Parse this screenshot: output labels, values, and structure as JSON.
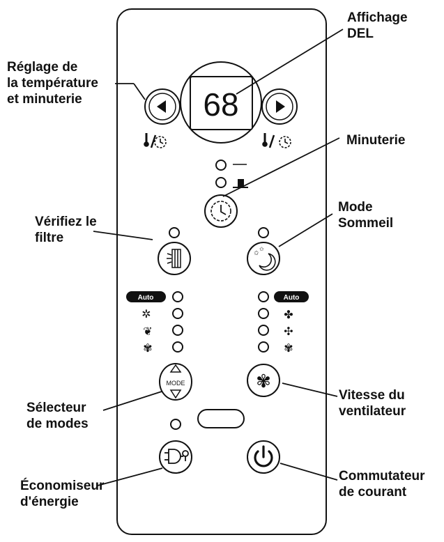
{
  "labels": {
    "led_display": [
      "Affichage",
      "DEL"
    ],
    "temp_timer": [
      "Réglage de",
      "la température",
      "et minuterie"
    ],
    "timer": [
      "Minuterie"
    ],
    "check_filter": [
      "Vérifiez le",
      "filtre"
    ],
    "sleep_mode": [
      "Mode",
      "Sommeil"
    ],
    "mode_selector": [
      "Sélecteur",
      "de modes"
    ],
    "fan_speed": [
      "Vitesse du",
      "ventilateur"
    ],
    "energy_saver": [
      "Économiseur",
      "d'énergie"
    ],
    "power_switch": [
      "Commutateur",
      "de courant"
    ]
  },
  "display": {
    "value": "68"
  },
  "badges": {
    "auto_left": "Auto",
    "auto_right": "Auto"
  },
  "mode_button": {
    "text": "MODE"
  },
  "icons": {
    "left_arrow": "left-arrow-icon",
    "right_arrow": "right-arrow-icon",
    "thermo_timer": "thermometer-timer-icon",
    "timer": "timer-icon",
    "filter": "filter-icon",
    "sleep": "moon-stars-icon",
    "fan": "fan-icon",
    "energy": "energy-saver-icon",
    "power": "power-icon"
  },
  "colors": {
    "ink": "#111111",
    "panel_bg": "#ffffff"
  }
}
